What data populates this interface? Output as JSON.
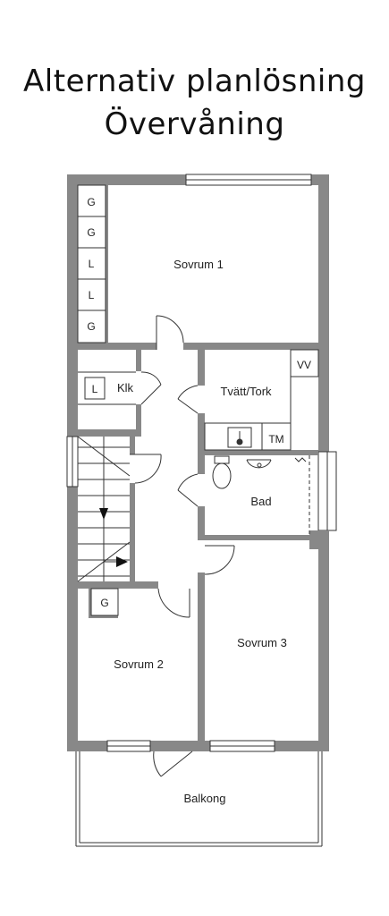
{
  "title": {
    "line1": "Alternativ planlösning",
    "line2": "Övervåning"
  },
  "rooms": {
    "sovrum1": "Sovrum 1",
    "sovrum2": "Sovrum 2",
    "sovrum3": "Sovrum 3",
    "tvatt": "Tvätt/Tork",
    "bad": "Bad",
    "klk": "Klk",
    "balkong": "Balkong"
  },
  "fixtures": {
    "wardrobe_g": "G",
    "wardrobe_l": "L",
    "vv": "VV",
    "tm": "TM"
  },
  "colors": {
    "wall": "#888888",
    "line": "#333333",
    "background": "#ffffff"
  }
}
